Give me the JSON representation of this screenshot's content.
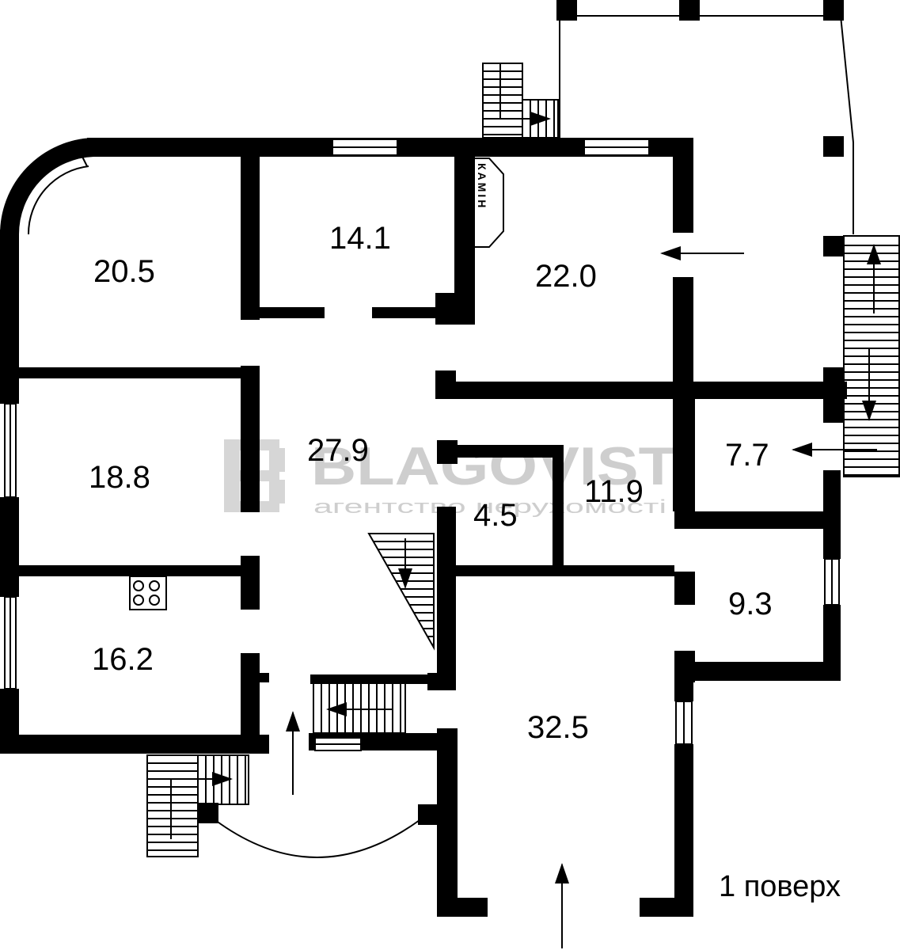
{
  "floor": {
    "label": "1 поверх"
  },
  "rooms": [
    {
      "id": "r1",
      "area": "20.5"
    },
    {
      "id": "r2",
      "area": "14.1"
    },
    {
      "id": "r3",
      "area": "22.0"
    },
    {
      "id": "r4",
      "area": "18.8"
    },
    {
      "id": "r5",
      "area": "27.9"
    },
    {
      "id": "r6",
      "area": "7.7"
    },
    {
      "id": "r7",
      "area": "11.9"
    },
    {
      "id": "r8",
      "area": "4.5"
    },
    {
      "id": "r9",
      "area": "9.3"
    },
    {
      "id": "r10",
      "area": "16.2"
    },
    {
      "id": "r11",
      "area": "32.5"
    }
  ],
  "fireplace": {
    "label": "КАМІН"
  },
  "watermark": {
    "brand": "BLAGOVIST",
    "tagline": "агентство нерухомості"
  },
  "icons": [
    "stairs-icon",
    "kitchen-stove-icon",
    "arrow-icon",
    "window-icon",
    "watermark-logo-icon"
  ],
  "colors": {
    "walls": "#000000",
    "background": "#ffffff",
    "watermark": "#c9c9c9"
  }
}
